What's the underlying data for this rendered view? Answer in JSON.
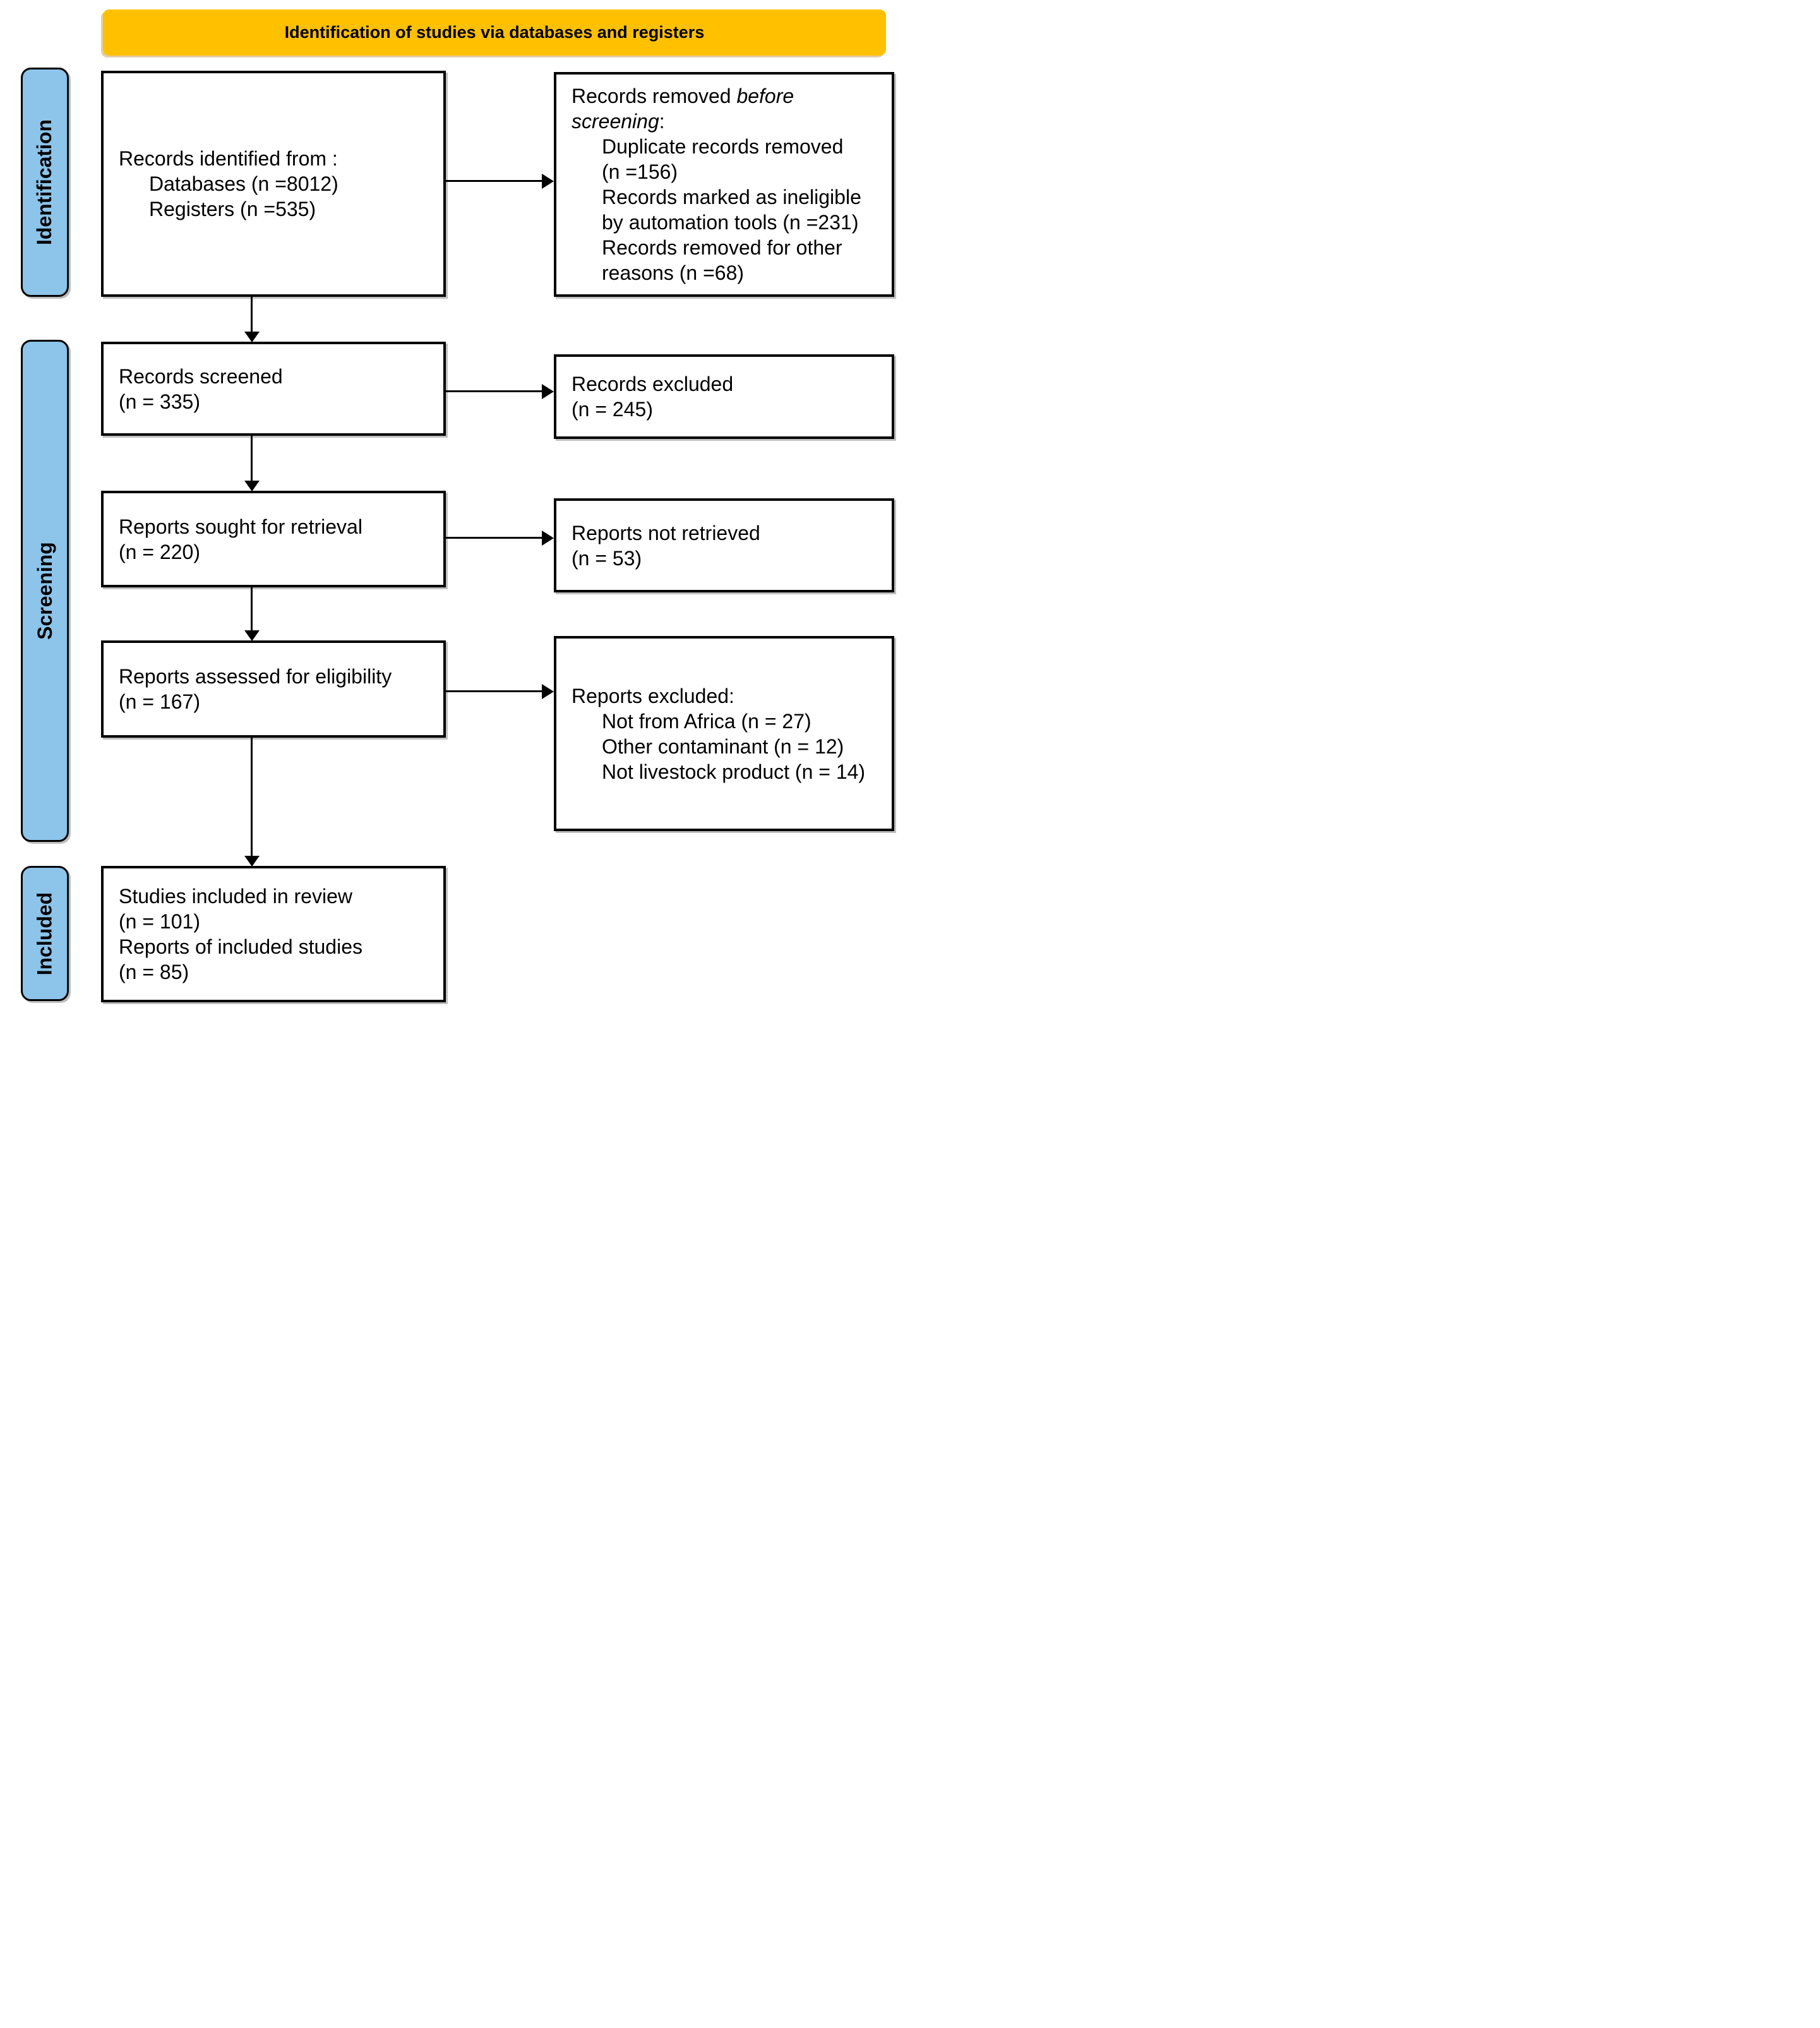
{
  "header": {
    "title": "Identification of studies via databases and registers"
  },
  "colors": {
    "header_bg": "#FFC000",
    "sidebar_bg": "#8CC4EA",
    "border": "#000000",
    "text": "#000000"
  },
  "sidebar": {
    "items": [
      {
        "label": "Identification"
      },
      {
        "label": "Screening"
      },
      {
        "label": "Included"
      }
    ]
  },
  "boxes": {
    "records_identified": {
      "title": "Records identified from :",
      "items": [
        "Databases (n =8012)",
        "Registers (n =535)"
      ]
    },
    "records_removed": {
      "title_prefix": "Records removed ",
      "title_italic": "before screening",
      "title_suffix": ":",
      "items": [
        "Duplicate records removed (n =156)",
        "Records marked as ineligible by automation tools (n =231)",
        "Records removed for other reasons (n =68)"
      ]
    },
    "records_screened": {
      "line1": "Records screened",
      "line2": "(n = 335)"
    },
    "records_excluded": {
      "line1": "Records excluded",
      "line2": "(n = 245)"
    },
    "reports_sought": {
      "line1": "Reports sought for retrieval",
      "line2": "(n = 220)"
    },
    "reports_not_retrieved": {
      "line1": "Reports not retrieved",
      "line2": "(n = 53)"
    },
    "reports_assessed": {
      "line1": "Reports assessed for eligibility",
      "line2": "(n = 167)"
    },
    "reports_excluded": {
      "title": "Reports excluded:",
      "items": [
        "Not from Africa (n = 27)",
        "Other contaminant (n = 12)",
        "Not livestock product (n = 14)"
      ]
    },
    "studies_included": {
      "lines": [
        "Studies included in review",
        "(n = 101)",
        "Reports of included studies",
        "(n = 85)"
      ]
    }
  }
}
